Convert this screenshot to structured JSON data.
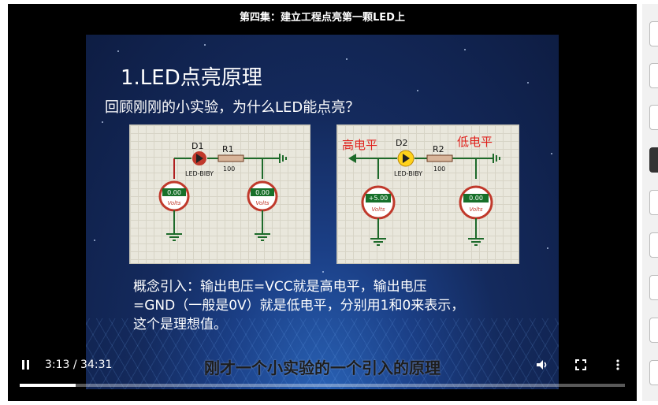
{
  "video": {
    "title": "第四集：建立工程点亮第一颗LED上",
    "subtitle": "刚才一个小实验的一个引入的原理",
    "time": "3:13 / 34:31",
    "progress_fraction": 0.093
  },
  "slide": {
    "heading": "1.LED点亮原理",
    "question": "回顾刚刚的小实验，为什么LED能点亮？",
    "concept": "概念引入：输出电压=VCC就是高电平，输出电压\n=GND（一般是0V）就是低电平，分别用1和0来表示，\n这个是理想值。",
    "circuit_left": {
      "diode_label": "D1",
      "diode_part": "LED-BIBY",
      "resistor_label": "R1",
      "resistor_value": "100",
      "meter1_reading": "0.00",
      "meter2_reading": "0.00",
      "meter_unit": "Volts"
    },
    "circuit_right": {
      "high_label": "高电平",
      "low_label": "低电平",
      "diode_label": "D2",
      "diode_part": "LED-BIBY",
      "resistor_label": "R2",
      "resistor_value": "100",
      "meter1_reading": "+5.00",
      "meter2_reading": "0.00",
      "meter_unit": "Volts"
    }
  },
  "controls": {
    "play_pause_icon": "pause-icon",
    "volume_icon": "volume-icon",
    "fullscreen_icon": "fullscreen-icon",
    "more_icon": "more-vertical-icon"
  },
  "colors": {
    "diode_off": "#c0392b",
    "diode_on": "#ffd21a",
    "label_red": "#e0201b",
    "meter_red": "#c0392b",
    "meter_display": "#17702a"
  }
}
